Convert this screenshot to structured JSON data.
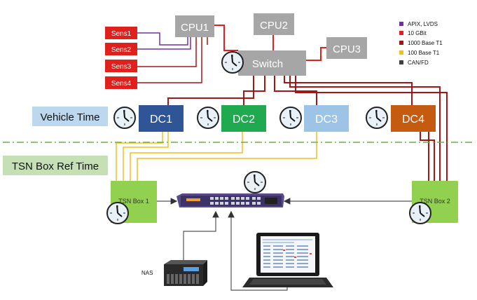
{
  "nodes": {
    "cpu1": "CPU1",
    "cpu2": "CPU2",
    "cpu3": "CPU3",
    "switch": "Switch",
    "sens1": "Sens1",
    "sens2": "Sens2",
    "sens3": "Sens3",
    "sens4": "Sens4",
    "dc1": "DC1",
    "dc2": "DC2",
    "dc3": "DC3",
    "dc4": "DC4",
    "tsn_box1": "TSN Box 1",
    "tsn_box2": "TSN Box 2",
    "nas": "NAS"
  },
  "zones": {
    "vehicle_time": "Vehicle Time",
    "tsn_ref_time": "TSN Box Ref Time"
  },
  "legend": [
    {
      "label": "APIX, LVDS",
      "color": "#7030a0"
    },
    {
      "label": "10 GBit",
      "color": "#e02020"
    },
    {
      "label": "1000 Base T1",
      "color": "#a01818"
    },
    {
      "label": "100 Base T1",
      "color": "#f0c020"
    },
    {
      "label": "CAN/FD",
      "color": "#404040"
    }
  ],
  "colors": {
    "cpu_gray": "#a6a6a6",
    "sensor_red": "#e0201c",
    "dc1": "#2f5597",
    "dc2": "#1faa4f",
    "dc3": "#9dc3e6",
    "dc4": "#c55a11",
    "tsn_green": "#92d050",
    "zone_label_bg": "#bdd7ee",
    "zone_label_green": "#c5e0b4",
    "divider": "#70ad47"
  }
}
